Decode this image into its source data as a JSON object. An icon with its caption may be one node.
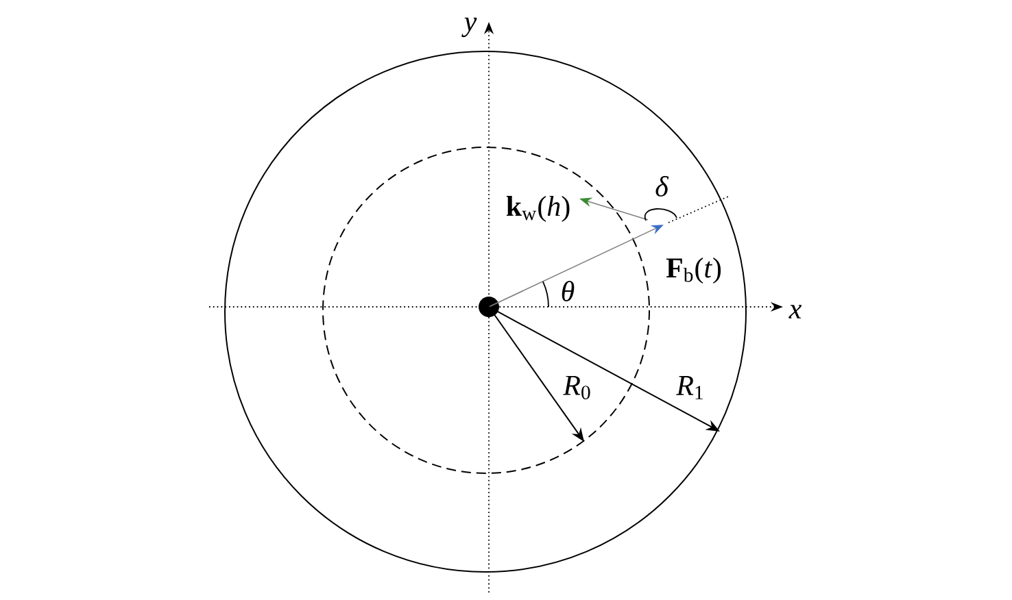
{
  "diagram": {
    "labels": [
      "y",
      "δ",
      "**k**$_{w}$(*h*)",
      "**F**$_{b}$(*t*)",
      "θ",
      "x",
      "*R*$_{0}$",
      "*R*$_{1}$"
    ]
  }
}
